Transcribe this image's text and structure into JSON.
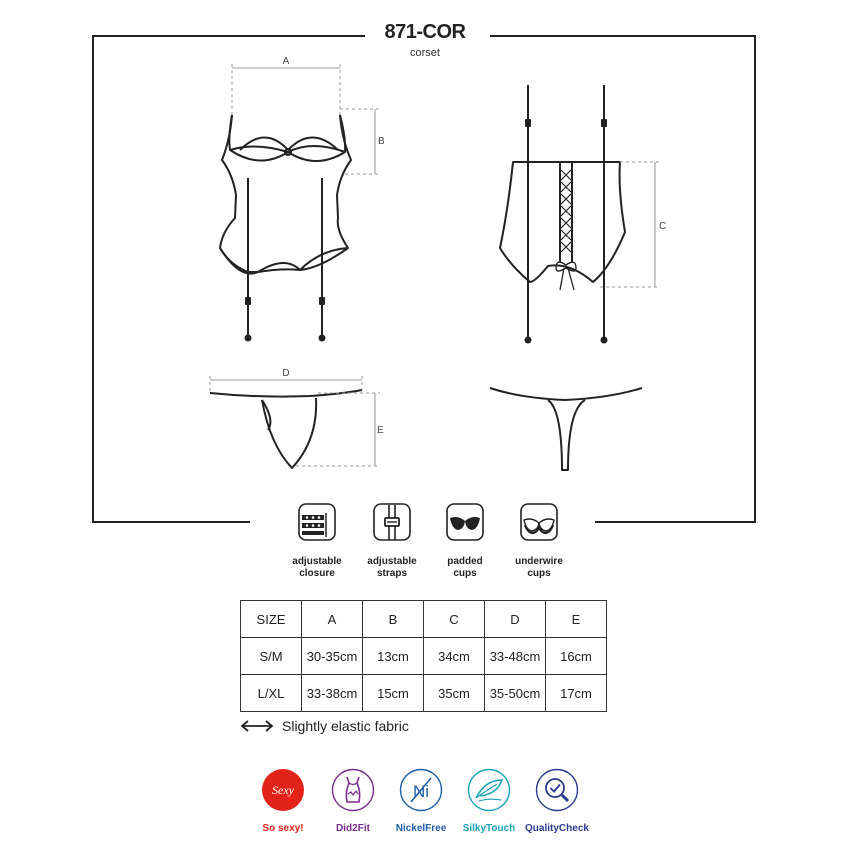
{
  "header": {
    "title": "871-COR",
    "subtitle": "corset"
  },
  "diagram": {
    "labels": {
      "a": "A",
      "b": "B",
      "c": "C",
      "d": "D",
      "e": "E"
    }
  },
  "features": [
    {
      "icon": "adjustable-closure-icon",
      "line1": "adjustable",
      "line2": "closure"
    },
    {
      "icon": "adjustable-straps-icon",
      "line1": "adjustable",
      "line2": "straps"
    },
    {
      "icon": "padded-cups-icon",
      "line1": "padded",
      "line2": "cups"
    },
    {
      "icon": "underwire-cups-icon",
      "line1": "underwire",
      "line2": "cups"
    }
  ],
  "size_table": {
    "header": [
      "SIZE",
      "A",
      "B",
      "C",
      "D",
      "E"
    ],
    "rows": [
      [
        "S/M",
        "30-35cm",
        "13cm",
        "34cm",
        "33-48cm",
        "16cm"
      ],
      [
        "L/XL",
        "33-38cm",
        "15cm",
        "35cm",
        "35-50cm",
        "17cm"
      ]
    ]
  },
  "note": {
    "icon": "double-arrow-icon",
    "text": "Slightly elastic fabric"
  },
  "badges": [
    {
      "icon": "sexy-icon",
      "icon_text": "Sexy",
      "label": "So sexy!",
      "color": "#e2231a"
    },
    {
      "icon": "did2fit-icon",
      "label": "Did2Fit",
      "color": "#7b2d8e"
    },
    {
      "icon": "nickel-free-icon",
      "icon_text": "Ni",
      "label": "NickelFree",
      "color": "#1f5fa8"
    },
    {
      "icon": "silky-touch-icon",
      "label": "SilkyTouch",
      "color": "#1aa3b8"
    },
    {
      "icon": "quality-check-icon",
      "label": "QualityCheck",
      "color": "#2b3a8f"
    }
  ]
}
